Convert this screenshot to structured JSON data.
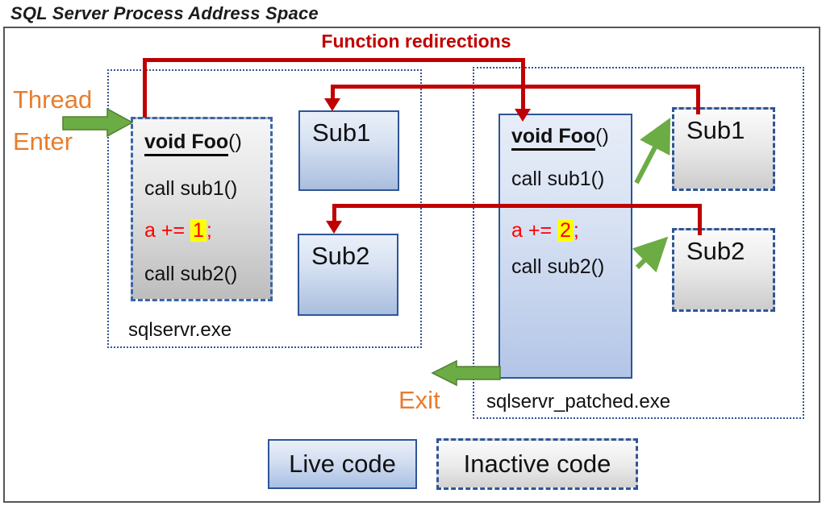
{
  "title": "SQL Server Process Address Space",
  "redirections_label": "Function redirections",
  "thread_enter": {
    "line1": "Thread",
    "line2": "Enter"
  },
  "exit_label": "Exit",
  "left_process": {
    "name": "sqlservr.exe",
    "foo": {
      "signature_name": "void Foo",
      "signature_parens": "()",
      "call1": "call sub1()",
      "assign_prefix": "a += ",
      "assign_value": "1",
      "assign_suffix": ";",
      "call2": "call sub2()"
    },
    "sub1": "Sub1",
    "sub2": "Sub2"
  },
  "right_process": {
    "name": "sqlservr_patched.exe",
    "foo": {
      "signature_name": "void Foo",
      "signature_parens": "()",
      "call1": "call sub1()",
      "assign_prefix": "a += ",
      "assign_value": "2",
      "assign_suffix": ";",
      "call2": "call sub2()"
    },
    "sub1": "Sub1",
    "sub2": "Sub2"
  },
  "legend": {
    "live": "Live code",
    "inactive": "Inactive code"
  },
  "colors": {
    "redirect_red": "#C00000",
    "code_text_red": "#FE0000",
    "highlight_yellow": "#FFFF00",
    "label_orange": "#E87D2C",
    "arrow_green_fill": "#6CAC44",
    "arrow_green_border": "#507E32",
    "box_border_blue": "#2E5597",
    "dashed_border_blue": "#3A67A8",
    "live_fill_top": "#EAF0F9",
    "live_fill_bottom": "#A9BEDE",
    "inactive_fill_top": "#FBFBFB",
    "inactive_fill_bottom": "#C9C9C9",
    "frame_gray": "#54565A"
  }
}
